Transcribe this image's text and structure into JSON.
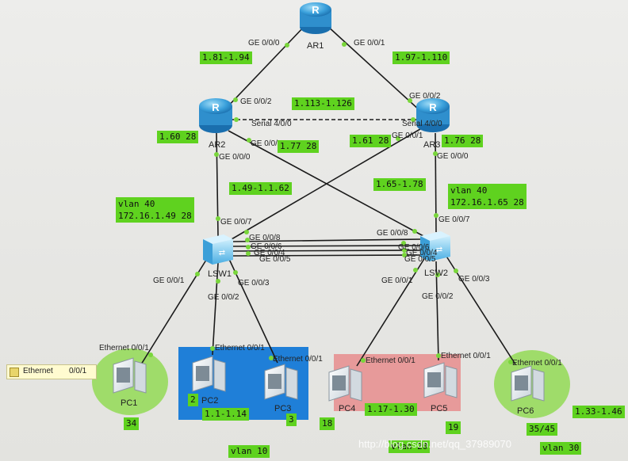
{
  "devices": {
    "ar1": "AR1",
    "ar2": "AR2",
    "ar3": "AR3",
    "lsw1": "LSW1",
    "lsw2": "LSW2",
    "pc1": "PC1",
    "pc2": "PC2",
    "pc3": "PC3",
    "pc4": "PC4",
    "pc5": "PC5",
    "pc6": "PC6"
  },
  "ports": {
    "ar1_ge000": "GE 0/0/0",
    "ar1_ge001": "GE 0/0/1",
    "ar2_ge002": "GE 0/0/2",
    "ar2_serial": "Serial 4/0/0",
    "ar2_ge001": "GE 0/0/1",
    "ar2_ge000": "GE 0/0/0",
    "ar3_ge002": "GE 0/0/2",
    "ar3_serial": "Serial 4/0/0",
    "ar3_ge001": "GE 0/0/1",
    "ar3_ge000": "GE 0/0/0",
    "lsw1_ge007": "GE 0/0/7",
    "lsw1_ge008": "GE 0/0/8",
    "lsw1_ge006": "GE 0/0/6",
    "lsw1_ge004": "GE 0/0/4",
    "lsw1_ge005": "GE 0/0/5",
    "lsw1_ge001": "GE 0/0/1",
    "lsw1_ge002": "GE 0/0/2",
    "lsw1_ge003": "GE 0/0/3",
    "lsw2_ge007": "GE 0/0/7",
    "lsw2_ge008": "GE 0/0/8",
    "lsw2_ge006": "GE 0/0/6",
    "lsw2_ge004": "GE 0/0/4",
    "lsw2_ge005": "GE 0/0/5",
    "lsw2_ge001": "GE 0/0/1",
    "lsw2_ge002": "GE 0/0/2",
    "lsw2_ge003": "GE 0/0/3",
    "pc1_eth": "Ethernet 0/0/1",
    "pc2_eth": "Ethernet 0/0/1",
    "pc3_eth": "Ethernet 0/0/1",
    "pc4_eth": "Ethernet 0/0/1",
    "pc5_eth": "Ethernet 0/0/1",
    "pc6_eth": "Ethernet 0/0/1"
  },
  "notes": {
    "n_81_94": "1.81-1.94",
    "n_97_110": "1.97-1.110",
    "n_113_126": "1.113-1.126",
    "n_60_28": "1.60 28",
    "n_77_28": "1.77 28",
    "n_61_28": "1.61 28",
    "n_76_28": "1.76 28",
    "n_49_62": "1.49-1.1.62",
    "n_65_78": "1.65-1.78",
    "vlan40_left_1": "vlan 40",
    "vlan40_left_2": "172.16.1.49 28",
    "vlan40_right_1": "vlan 40",
    "vlan40_right_2": "172.16.1.65 28",
    "n_1_14": "1.1-1.14",
    "n_17_30": "1.17-1.30",
    "n_33_46": "1.33-1.46",
    "n_2": "2",
    "n_3": "3",
    "n_34": "34",
    "n_18": "18",
    "n_19": "19",
    "n_35_45": "35/45",
    "vlan10": "vlan 10",
    "vlan20": "vlan 20",
    "vlan30": "vlan 30"
  },
  "tooltip": {
    "text1": "Ethernet",
    "text2": "0/0/1"
  },
  "watermark": "http://blog.csdn.net/qq_37989070",
  "colors": {
    "note_green": "#5fd21f",
    "vlan10_blue": "#1f7fd8",
    "vlan20_pink": "#e79a9a",
    "pc_circle_green": "#9fdc6a",
    "router_blue": "#3ea3dd",
    "port_dot_green": "#79d63b"
  }
}
